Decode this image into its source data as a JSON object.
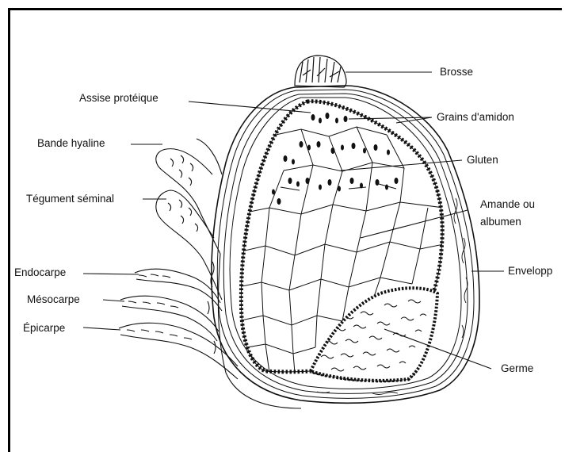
{
  "labels": {
    "brosse": "Brosse",
    "assise": "Assise protéique",
    "grains": "Grains d'amidon",
    "bande": "Bande hyaline",
    "gluten": "Gluten",
    "tegument": "Tégument séminal",
    "amande_line1": "Amande ou",
    "amande_line2": "albumen",
    "endocarpe": "Endocarpe",
    "enveloppe": "Envelopp",
    "mesocarpe": "Mésocarpe",
    "epicarpe": "Épicarpe",
    "germe": "Germe"
  }
}
